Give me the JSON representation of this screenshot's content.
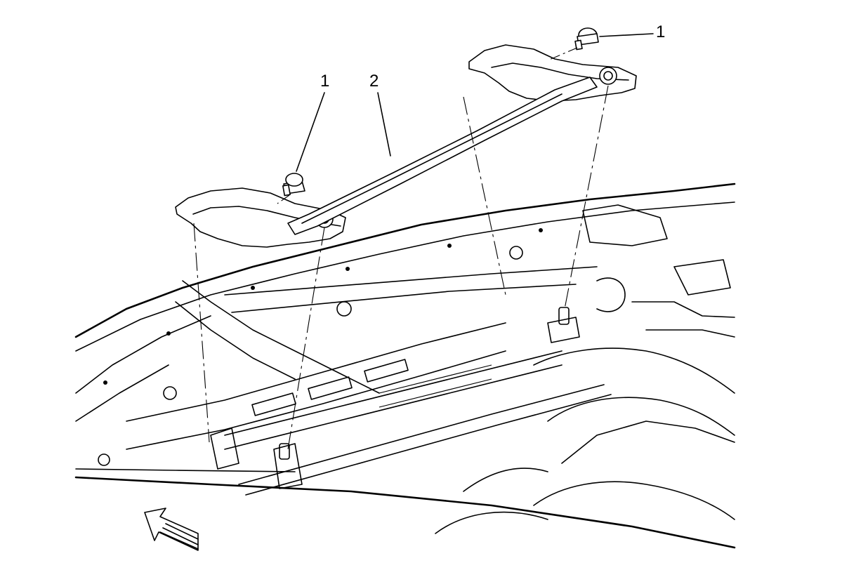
{
  "callouts": {
    "bolt_left": "1",
    "brace": "2",
    "bolt_right": "1"
  },
  "icons": {
    "direction_arrow": "arrow-forward-icon"
  }
}
